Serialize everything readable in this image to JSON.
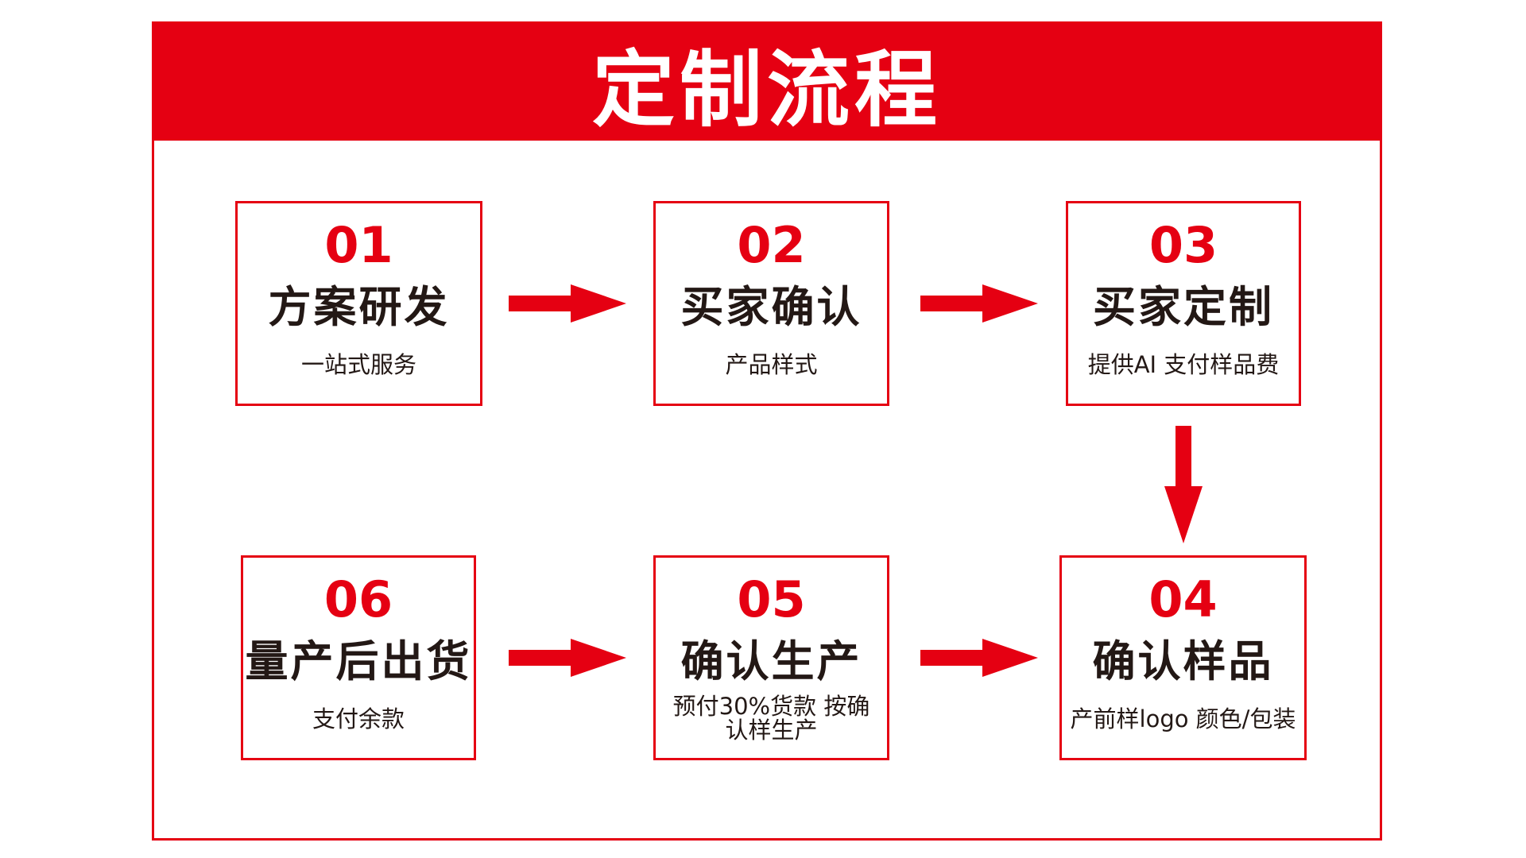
{
  "title": "定制流程",
  "colors": {
    "accent": "#e50012",
    "text": "#231815",
    "background": "#ffffff"
  },
  "steps": [
    {
      "number": "01",
      "title": "方案研发",
      "desc": "一站式服务"
    },
    {
      "number": "02",
      "title": "买家确认",
      "desc": "产品样式"
    },
    {
      "number": "03",
      "title": "买家定制",
      "desc": "提供AI 支付样品费"
    },
    {
      "number": "04",
      "title": "确认样品",
      "desc": "产前样logo 颜色/包装"
    },
    {
      "number": "05",
      "title": "确认生产",
      "desc": "预付30%货款 按确认样生产"
    },
    {
      "number": "06",
      "title": "量产后出货",
      "desc": "支付余款"
    }
  ]
}
